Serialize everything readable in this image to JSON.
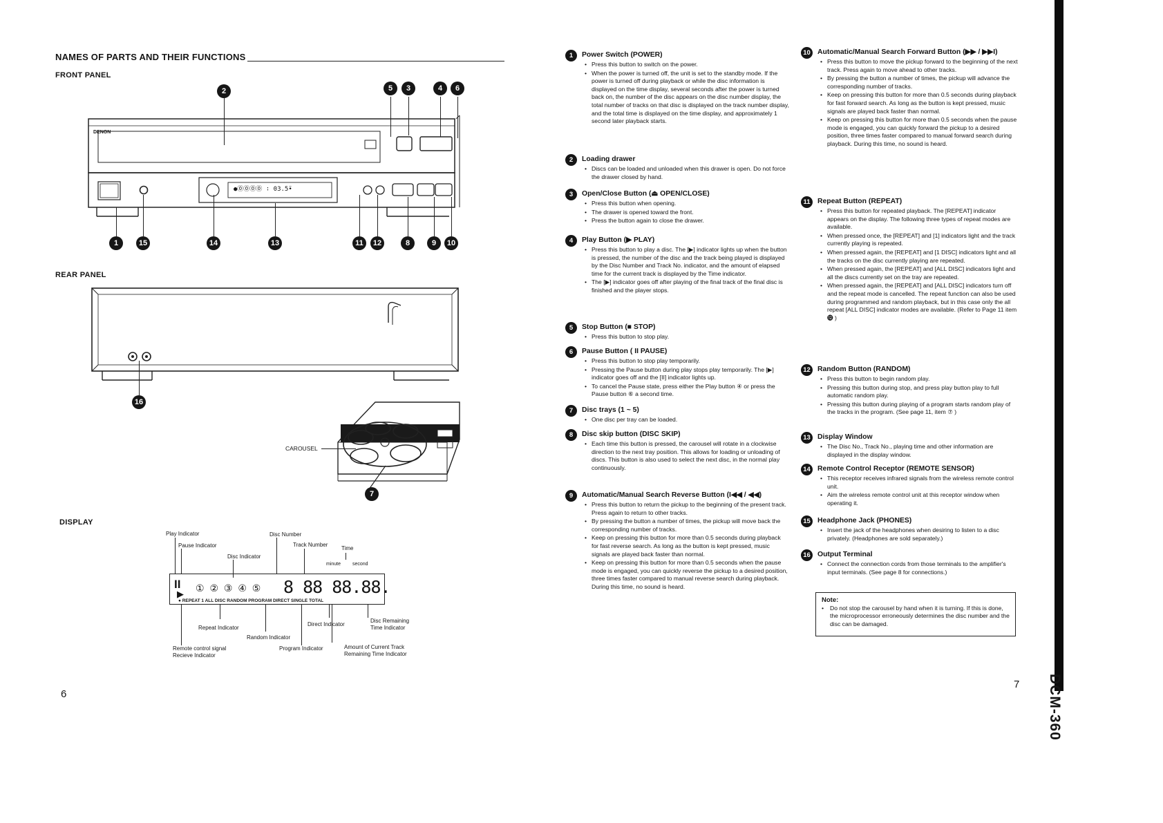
{
  "header": {
    "title": "NAMES OF PARTS AND THEIR FUNCTIONS"
  },
  "front_panel": {
    "label": "FRONT PANEL",
    "brand": "DENON",
    "display_readout": "●⓪⓪⓪⓪ ∶ 03.5̈•"
  },
  "rear_panel": {
    "label": "REAR PANEL"
  },
  "carousel": {
    "label": "CAROUSEL"
  },
  "display": {
    "label": "DISPLAY",
    "labels": {
      "play_indicator": "Play Indicator",
      "pause_indicator": "Pause Indicator",
      "disc_number": "Disc Number",
      "track_number": "Track Number",
      "disc_indicator": "Disc Indicator",
      "time": "Time",
      "minute": "minute",
      "second": "second",
      "repeat_indicator": "Repeat Indicator",
      "random_indicator": "Random Indicator",
      "direct_indicator": "Direct Indicator",
      "disc_remaining": "Disc Remaining Time Indicator",
      "remote_signal": "Remote control signal Recieve Indicator",
      "program_indicator": "Program Indicator",
      "amount_current": "Amount of Current Track Remaining Time Indicator"
    },
    "lcd_discs": "① ② ③ ④ ⑤",
    "lcd_digits": "8 88 88.88.",
    "lcd_bottom": "●  REPEAT  1  ALL  DISC  RANDOM   PROGRAM  DIRECT  SINGLE  TOTAL"
  },
  "callouts": [
    "1",
    "2",
    "3",
    "4",
    "5",
    "6",
    "7",
    "8",
    "9",
    "10",
    "11",
    "12",
    "13",
    "14",
    "15",
    "16"
  ],
  "sections": [
    {
      "n": "1",
      "title": "Power Switch (POWER)",
      "items": [
        "Press this button to switch on the power.",
        "When the power is turned off, the unit is set to the standby mode. If the power is turned off during playback or while the disc information is displayed on the time display, several seconds after the power is turned back on, the number of the disc appears on the disc number display, the total number of tracks on that disc is displayed on the track number display, and the total time is displayed on the time display, and approximately 1 second later playback starts."
      ]
    },
    {
      "n": "2",
      "title": "Loading drawer",
      "items": [
        "Discs can be loaded and unloaded when this drawer is open. Do not force the drawer closed by hand."
      ]
    },
    {
      "n": "3",
      "title": "Open/Close Button (⏏ OPEN/CLOSE)",
      "items": [
        "Press this button when opening.",
        "The drawer is opened toward the front.",
        "Press the button again to close the drawer."
      ]
    },
    {
      "n": "4",
      "title": "Play Button (▶ PLAY)",
      "items": [
        "Press this button to play a disc. The [▶] indicator lights up when the button is pressed, the number of the disc and the track being played is displayed by the Disc Number and Track No. indicator, and the amount of elapsed time for the current track is displayed by the Time indicator.",
        "The [▶] indicator goes off after playing of the final track of the final disc is finished and the player stops."
      ]
    },
    {
      "n": "5",
      "title": "Stop Button (■ STOP)",
      "items": [
        "Press this button to stop play."
      ]
    },
    {
      "n": "6",
      "title": "Pause Button ( II PAUSE)",
      "items": [
        "Press this button to stop play temporarily.",
        "Pressing the Pause button during play stops play temporarily. The [▶] indicator goes off and the [II] indicator lights up.",
        "To cancel the Pause state, press either the Play button ④ or press the Pause button ⑥ a second time."
      ]
    },
    {
      "n": "7",
      "title": "Disc trays (1 ~ 5)",
      "items": [
        "One disc per tray can be loaded."
      ]
    },
    {
      "n": "8",
      "title": "Disc skip button (DISC SKIP)",
      "items": [
        "Each time this button is pressed, the carousel will rotate in a clockwise direction to the next tray position. This allows for loading or unloading of discs. This button is also used to select the next disc, in the normal play continuously."
      ]
    },
    {
      "n": "9",
      "title": "Automatic/Manual Search Reverse Button (I◀◀ / ◀◀)",
      "items": [
        "Press this button to return the pickup to the beginning of the present track. Press again to return to other tracks.",
        "By pressing the button a number of times, the pickup will move back the corresponding number of tracks.",
        "Keep on pressing this button for more than 0.5 seconds during playback for fast reverse search. As long as the button is kept pressed, music signals are played back faster than normal.",
        "Keep on pressing this button for more than 0.5 seconds when the pause mode is engaged, you can quickly reverse the pickup to a desired position, three times faster compared to manual reverse search during playback. During this time, no sound is heard."
      ]
    },
    {
      "n": "10",
      "title": "Automatic/Manual Search Forward Button (▶▶ / ▶▶I)",
      "items": [
        "Press this button to move the pickup forward to the beginning of the next track. Press again to move ahead to other tracks.",
        "By pressing the button a number of times, the pickup will advance the corresponding number of tracks.",
        "Keep on pressing this button for more than 0.5 seconds during playback for fast forward search. As long as the button is kept pressed, music signals are played back faster than normal.",
        "Keep on pressing this button for more than 0.5 seconds when the pause mode is engaged, you can quickly forward the pickup to a desired position, three times faster compared to manual forward search during playback. During this time, no sound is heard."
      ]
    },
    {
      "n": "11",
      "title": "Repeat Button (REPEAT)",
      "items": [
        "Press this button for repeated playback. The [REPEAT] indicator appears on the display. The following three types of repeat modes are available.",
        "When pressed once, the [REPEAT] and [1] indicators light and the track currently playing is repeated.",
        "When pressed again, the [REPEAT] and [1  DISC] indicators light and all the tracks on the disc currently playing are repeated.",
        "When pressed again, the [REPEAT] and [ALL DISC] indicators light and all the discs currently set on the tray are repeated.",
        "When pressed again, the [REPEAT] and [ALL DISC] indicators turn off and the repeat mode is cancelled. The repeat function can also be used during programmed and random playback, but in this case only the all repeat [ALL DISC] indicator modes are available. (Refer to Page 11 item ⓬ )"
      ]
    },
    {
      "n": "12",
      "title": "Random Button (RANDOM)",
      "items": [
        "Press this button to begin random play.",
        "Pressing this button during stop, and press play button play to full automatic random play.",
        "Pressing this button during playing of a program starts random play of the tracks in the program. (See page 11, item ⑦ )"
      ]
    },
    {
      "n": "13",
      "title": "Display Window",
      "items": [
        "The Disc No., Track No., playing time and other information are displayed in the display window."
      ]
    },
    {
      "n": "14",
      "title": "Remote Control Receptor (REMOTE SENSOR)",
      "items": [
        "This receptor receives infrared signals from the wireless remote control unit.",
        "Aim the wireless remote control unit at this receptor window when operating it."
      ]
    },
    {
      "n": "15",
      "title": "Headphone Jack (PHONES)",
      "items": [
        "Insert the jack of the headphones when desiring to listen to a disc privately. (Headphones are sold separately.)"
      ]
    },
    {
      "n": "16",
      "title": "Output Terminal",
      "items": [
        "Connect the connection cords from those terminals to the amplifier's input terminals. (See page 8 for connections.)"
      ]
    }
  ],
  "note": {
    "label": "Note:",
    "text": "Do not stop the carousel by hand when it is turning. If this is done, the microprocessor erroneously determines the disc number and the disc can be damaged."
  },
  "footer": {
    "page_left": "6",
    "page_right": "7",
    "model": "DCM-360"
  }
}
